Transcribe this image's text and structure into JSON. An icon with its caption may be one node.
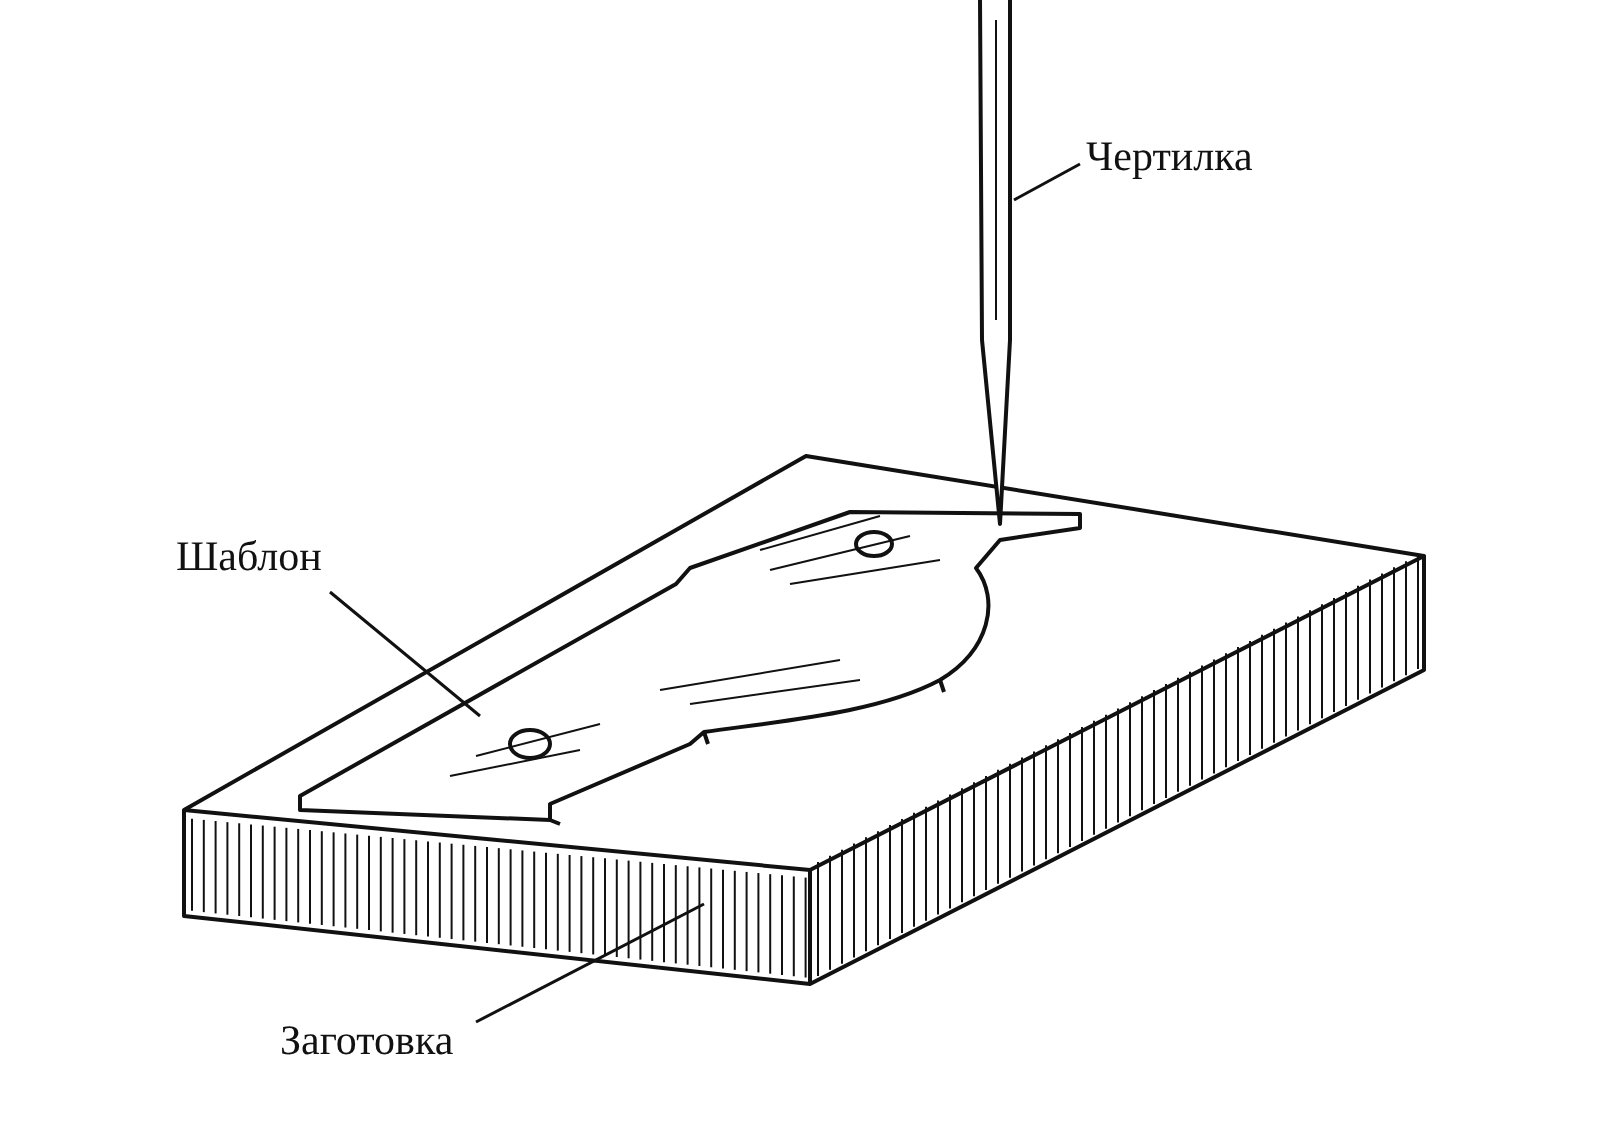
{
  "diagram": {
    "nodes": [
      {
        "text": [
          "Чертилка"
        ]
      },
      {
        "text": [],
        "shape": "picture"
      },
      {
        "text": [
          "Шаблон"
        ]
      },
      {
        "text": [],
        "shape": "picture",
        "in": 5
      },
      {
        "text": [
          "Заготовка"
        ]
      },
      {
        "text": [],
        "shape": "picture"
      }
    ],
    "edges": [
      {
        "from": 0,
        "to": 1,
        "arrow": "none"
      },
      {
        "from": 2,
        "to": 3,
        "arrow": "none"
      },
      {
        "from": 4,
        "to": 5,
        "arrow": "none"
      }
    ]
  }
}
